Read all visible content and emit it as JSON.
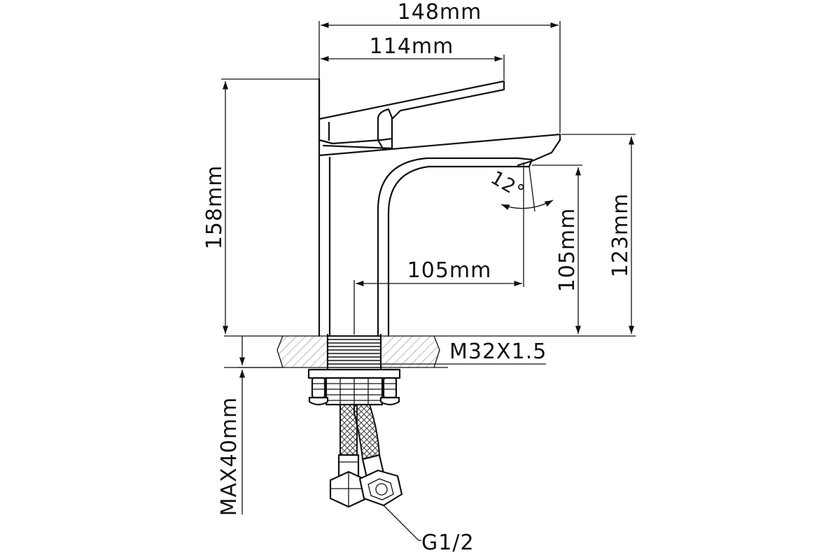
{
  "dimensions": {
    "overall_width": "148mm",
    "handle_width": "114mm",
    "spout_reach": "105mm",
    "total_height": "158mm",
    "spout_height": "105mm",
    "outlet_height": "123mm",
    "max_thickness": "MAX40mm",
    "angle": "12°"
  },
  "labels": {
    "thread": "M32X1.5",
    "hose_connection": "G1/2"
  }
}
